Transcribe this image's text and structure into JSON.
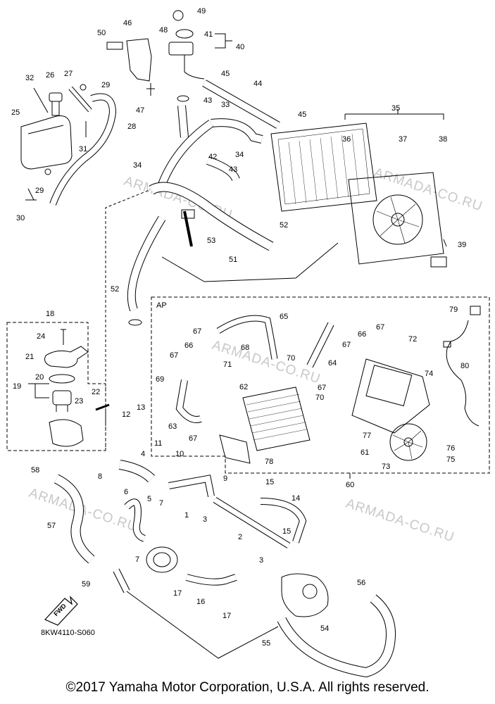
{
  "diagram_code": "8KW4110-S060",
  "subassembly_tag": "AP",
  "forward_badge": "FWD",
  "copyright": "©2017 Yamaha Motor Corporation, U.S.A. All rights reserved.",
  "watermark": "ARMADA-CO.RU",
  "part_numbers": [
    "1",
    "2",
    "3",
    "4",
    "5",
    "6",
    "7",
    "8",
    "9",
    "10",
    "11",
    "12",
    "13",
    "14",
    "15",
    "16",
    "17",
    "18",
    "19",
    "20",
    "21",
    "22",
    "23",
    "24",
    "25",
    "26",
    "27",
    "28",
    "29",
    "30",
    "31",
    "32",
    "33",
    "34",
    "35",
    "36",
    "37",
    "38",
    "39",
    "40",
    "41",
    "42",
    "43",
    "44",
    "45",
    "46",
    "47",
    "48",
    "49",
    "50",
    "51",
    "52",
    "53",
    "54",
    "55",
    "56",
    "57",
    "58",
    "59",
    "60",
    "61",
    "62",
    "63",
    "64",
    "65",
    "66",
    "67",
    "68",
    "69",
    "70",
    "71",
    "72",
    "73",
    "74",
    "75",
    "76",
    "77",
    "78",
    "79",
    "80"
  ]
}
